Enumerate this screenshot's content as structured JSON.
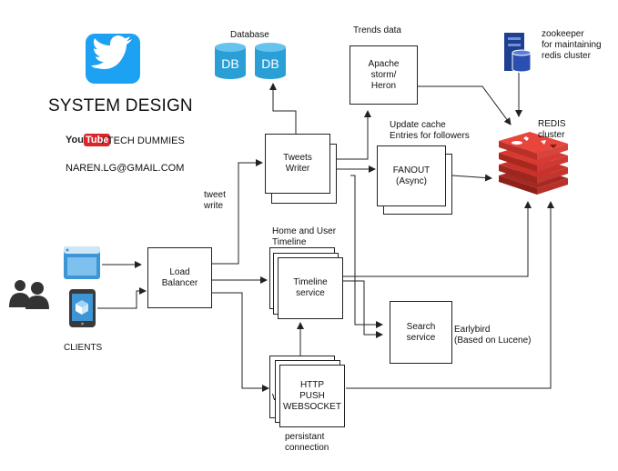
{
  "header": {
    "title": "SYSTEM DESIGN",
    "youtube_logo": {
      "you": "You",
      "tube": "Tube"
    },
    "channel": "/ TECH DUMMIES",
    "email": "NAREN.LG@GMAIL.COM"
  },
  "labels": {
    "database": "Database",
    "db": "DB",
    "trends": "Trends data",
    "zookeeper": "zookeeper\nfor  maintaining\nredis cluster",
    "redis": "REDIS\ncluster",
    "update_cache": "Update cache\nEntries for followers",
    "tweet_write": "tweet\nwrite",
    "home_user_timeline": "Home and User\nTimeline",
    "clients": "CLIENTS",
    "earlybird": "Earlybird\n(Based on Lucene)",
    "persistent": "persistant\nconnection"
  },
  "nodes": {
    "load_balancer": "Load\nBalancer",
    "tweets_writer": "Tweets\nWriter",
    "apache_storm": "Apache\nstorm/\nHeron",
    "fanout": "FANOUT\n(Async)",
    "timeline_service": "Timeline\nservice",
    "search_service": "Search\nservice",
    "http_push": "HTTP\nPUSH\nWEBSOCKET",
    "back_letter": "W"
  },
  "colors": {
    "twitter_blue": "#1da1f2",
    "db_blue": "#2a9fd6",
    "redis_red": "#d0312d",
    "zookeeper_navy": "#1f3f8f",
    "youtube_red": "#d8262a"
  }
}
